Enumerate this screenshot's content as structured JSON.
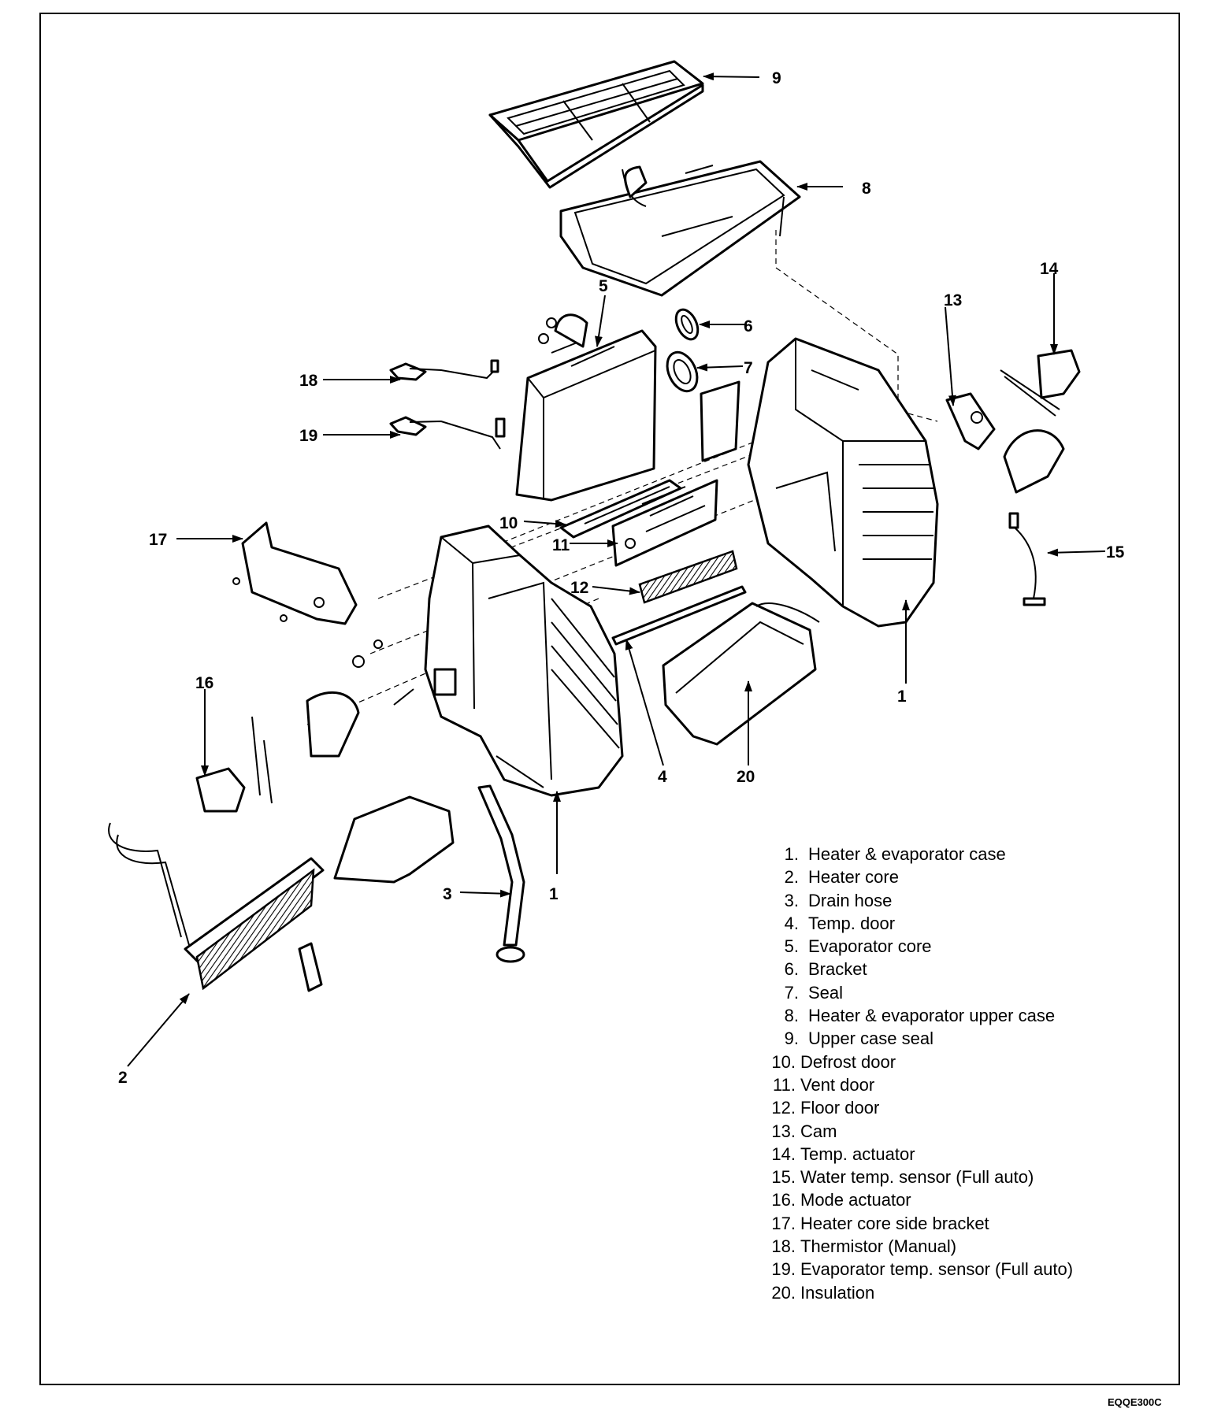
{
  "callouts": [
    "1",
    "1",
    "2",
    "3",
    "4",
    "5",
    "6",
    "7",
    "8",
    "9",
    "10",
    "11",
    "12",
    "13",
    "14",
    "15",
    "16",
    "17",
    "18",
    "19",
    "20"
  ],
  "legend": [
    {
      "num": "1.",
      "label": "Heater & evaporator case"
    },
    {
      "num": "2.",
      "label": "Heater core"
    },
    {
      "num": "3.",
      "label": "Drain hose"
    },
    {
      "num": "4.",
      "label": "Temp. door"
    },
    {
      "num": "5.",
      "label": "Evaporator core"
    },
    {
      "num": "6.",
      "label": "Bracket"
    },
    {
      "num": "7.",
      "label": "Seal"
    },
    {
      "num": "8.",
      "label": "Heater & evaporator upper case"
    },
    {
      "num": "9.",
      "label": "Upper case seal"
    },
    {
      "num": "10.",
      "label": "Defrost  door"
    },
    {
      "num": "11.",
      "label": "Vent door"
    },
    {
      "num": "12.",
      "label": "Floor door"
    },
    {
      "num": "13.",
      "label": "Cam"
    },
    {
      "num": "14.",
      "label": "Temp. actuator"
    },
    {
      "num": "15.",
      "label": "Water temp. sensor (Full auto)"
    },
    {
      "num": "16.",
      "label": "Mode actuator"
    },
    {
      "num": "17.",
      "label": "Heater core side bracket"
    },
    {
      "num": "18.",
      "label": "Thermistor (Manual)"
    },
    {
      "num": "19.",
      "label": "Evaporator temp. sensor (Full auto)"
    },
    {
      "num": "20.",
      "label": "Insulation"
    }
  ],
  "footer_code": "EQQE300C"
}
